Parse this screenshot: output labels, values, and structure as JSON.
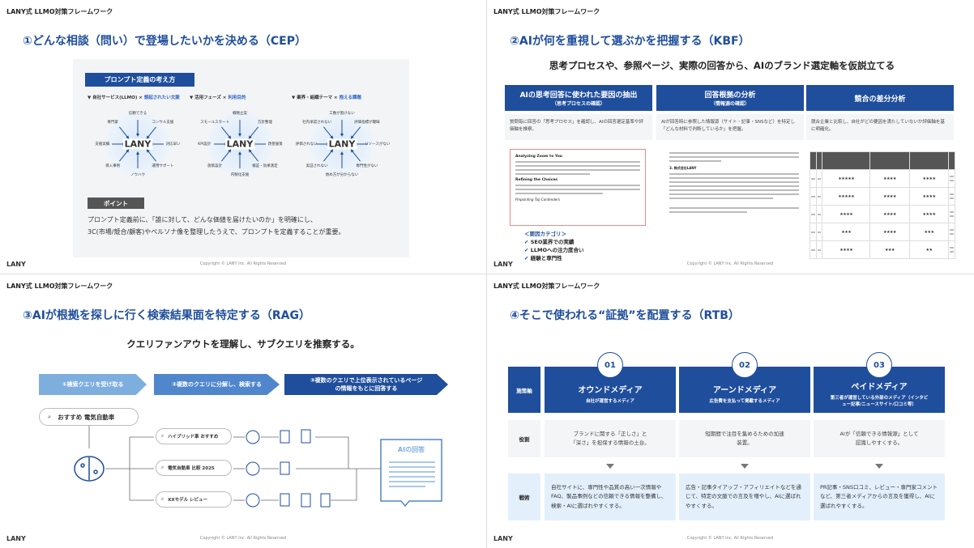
{
  "header": "LANY式 LLMO対策フレームワーク",
  "logo": "LANY",
  "copyright": "Copyright © LANY Inc. All Rights Reserved",
  "colors": {
    "brand_blue": "#1f4e9c",
    "light_blue": "#e3f0fb",
    "panel_gray": "#f3f4f6"
  },
  "slide1": {
    "title": "①どんな相談（問い）で登場したいかを決める（CEP）",
    "section_label": "プロンプト定義の考え方",
    "diagrams": [
      {
        "title_a": "▼ 自社サービス(LLMO) × ",
        "title_b": "想起されたい文脈",
        "center": "LANY",
        "labels": [
          "信頼できる",
          "コンサル支援",
          "対応早い",
          "運用サポート",
          "ノウハウ",
          "導入事例",
          "支援実績",
          "専門家"
        ]
      },
      {
        "title_a": "▼ 活用フェーズ × ",
        "title_b": "利用目的",
        "center": "LANY",
        "labels": [
          "戦略立案",
          "方針整理",
          "改善施策",
          "検証・効果測定",
          "内製化支援",
          "施策設計",
          "KPI設計",
          "スモールスタート"
        ]
      },
      {
        "title_a": "▼ 業界・組織テーマ × ",
        "title_b": "抱える課題",
        "center": "LANY",
        "labels": [
          "工数が割けない",
          "評価指標が曖昧",
          "リソースがない",
          "専門性がない",
          "始め方が分からない",
          "実証されない",
          "評価されない",
          "社内承認されない"
        ]
      }
    ],
    "point_label": "ポイント",
    "point_lines": [
      "プロンプト定義前に、「誰に対して、どんな価値を届けたいのか」を明確にし、",
      "3C(市場/競合/顧客)やペルソナ像を整理したうえで、プロンプトを定義することが重要。"
    ]
  },
  "slide2": {
    "title": "②AIが何を重視して選ぶかを把握する（KBF）",
    "subtitle": "思考プロセスや、参照ページ、実際の回答から、AIのブランド選定軸を仮説立てる",
    "columns": [
      {
        "heading": "AIの思考回答に使われた要因の抽出",
        "sub": "（思考プロセスの確認）",
        "desc": "質問毎に回答の「思考プロセス」を確認し、AIの回答選定基準や評価軸を推察。"
      },
      {
        "heading": "回答根拠の分析",
        "sub": "（情報源の確認）",
        "desc": "AIが回答時に参照した情報源（サイト・記事・SNSなど）を特定し「どんな材料で判断しているか」を把握。"
      },
      {
        "heading": "競合の差分分析",
        "sub": "",
        "desc": "競合企業と比較し、自社がどの要因を満たしていないか評価軸を基に明確化。"
      }
    ],
    "screenshot_heading": "Analyzing Zoom to You",
    "screenshot_subheading": "Refining the Choices",
    "screenshot_footer": "Pinpointing Top Contenders",
    "factor_title": "＜要因カテゴリ＞",
    "factors": [
      "SEO業界での実績",
      "LLMOへの注力度合い",
      "経験と専門性"
    ],
    "answer_heading": "3. 株式会社LANY",
    "ratings": [
      [
        5,
        4,
        4
      ],
      [
        5,
        4,
        4
      ],
      [
        4,
        4,
        4
      ],
      [
        3,
        4,
        3
      ],
      [
        4,
        3,
        2
      ]
    ]
  },
  "slide3": {
    "title": "③AIが根拠を探しに行く検索結果面を特定する（RAG）",
    "subtitle": "クエリファンアウトを理解し、サブクエリを推察する。",
    "steps": [
      "①検索クエリを受け取る",
      "②複数のクエリに分解し、検索する",
      "③複数のクエリで上位表示されているページの情報をもとに回答する"
    ],
    "main_query": "おすすめ 電気自動車",
    "sub_queries": [
      "ハイブリッド車 おすすめ",
      "電気自動車 比較 2025",
      "XXモデル レビュー"
    ],
    "answer_label": "AIの回答"
  },
  "slide4": {
    "title": "④そこで使われる“証拠”を配置する（RTB）",
    "row_labels": [
      "施策軸",
      "役割",
      "戦術"
    ],
    "media": [
      {
        "num": "01",
        "name": "オウンドメディア",
        "desc": "自社が運営するメディア",
        "role": "ブランドに関する「正しさ」と「深さ」を担保する情報の土台。",
        "tactic": "自社サイトに、専門性や品質の高い一次情報やFAQ、製品事例などの信頼できる情報を整備し、検索・AIに選ばれやすくする。"
      },
      {
        "num": "02",
        "name": "アーンドメディア",
        "desc": "広告費を支払って掲載するメディア",
        "role": "短期間で注目を集めるための加速装置。",
        "tactic": "広告・記事タイアップ・アフィリエイトなどを通じて、特定の文脈での言及を増やし、AIに選ばれやすくする。"
      },
      {
        "num": "03",
        "name": "ペイドメディア",
        "desc": "第三者が運営している外部のメディア（インタビュー記事/ニュースサイト/口コミ等）",
        "role": "AIが「信頼できる情報源」として認識しやすくする。",
        "tactic": "PR記事・SNS口コミ、レビュー・専門家コメントなど、第三者メディアからの言及を獲得し、AIに選ばれやすくする。"
      }
    ]
  }
}
